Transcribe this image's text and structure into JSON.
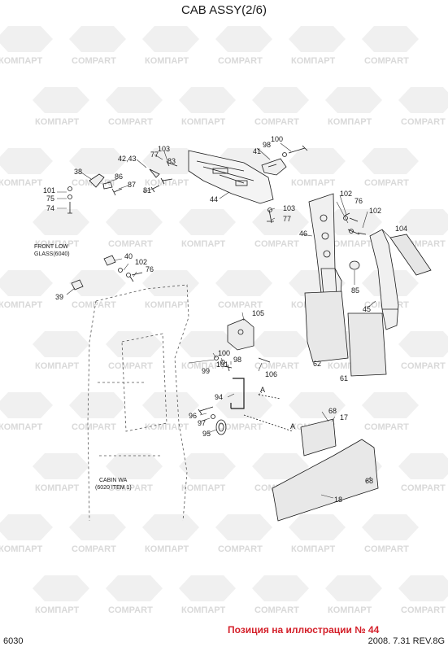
{
  "title": "CAB ASSY(2/6)",
  "watermark": {
    "text_a": "КОМПАРТ",
    "text_b": "COMPART",
    "color": "#d9d9d9"
  },
  "notes": {
    "front_low_glass_1": "FRONT LOW",
    "front_low_glass_2": "GLASS(6040)",
    "cabin_wa_1": "CABIN WA",
    "cabin_wa_2": "(6020 ITEM 1)"
  },
  "labels": {
    "p100a": "100",
    "p98a": "98",
    "p41": "41",
    "p103a": "103",
    "p4243": "42,43",
    "p77a": "77",
    "p83": "83",
    "p38": "38",
    "p86": "86",
    "p87": "87",
    "p81": "81",
    "p101a": "101",
    "p75": "75",
    "p74": "74",
    "p44": "44",
    "p102a": "102",
    "p76a": "76",
    "p102b": "102",
    "p103b": "103",
    "p77b": "77",
    "p104": "104",
    "p46": "46",
    "p85": "85",
    "p45": "45",
    "p40": "40",
    "p102c": "102",
    "p76b": "76",
    "p39": "39",
    "p105": "105",
    "p100b": "100",
    "p98b": "98",
    "p101b": "101",
    "p99": "99",
    "p106": "106",
    "p62": "62",
    "p61": "61",
    "pA1": "A",
    "p94": "94",
    "pA2": "A",
    "p68a": "68",
    "p96": "96",
    "p97": "97",
    "p17": "17",
    "p95": "95",
    "p68b": "68",
    "p18": "18"
  },
  "footer": {
    "page_code": "6030",
    "callout": "Позиция на иллюстрации № 44",
    "revision": "2008. 7.31 REV.8G"
  },
  "colors": {
    "callout": "#d4202a",
    "line": "#1a1a1a",
    "panel_fill": "#e8e8e8"
  }
}
